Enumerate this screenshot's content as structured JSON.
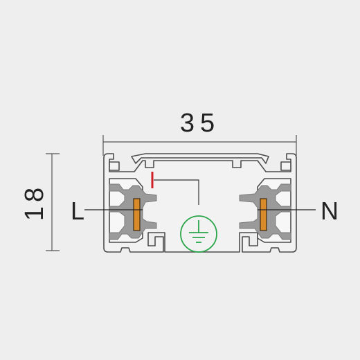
{
  "dimensions": {
    "width_value": "35",
    "height_value": "18"
  },
  "labels": {
    "left_terminal": "L",
    "right_terminal": "N"
  },
  "symbols": {
    "ground": "ground-symbol-icon"
  },
  "colors": {
    "background": "#eeeeee",
    "outline": "#4d4d4d",
    "profile_fill": "#f2f2f2",
    "insulator": "#9a9a9a",
    "conductor": "#d98a2b",
    "earth_contact": "#d0202a",
    "ground_symbol": "#2aa54a"
  }
}
